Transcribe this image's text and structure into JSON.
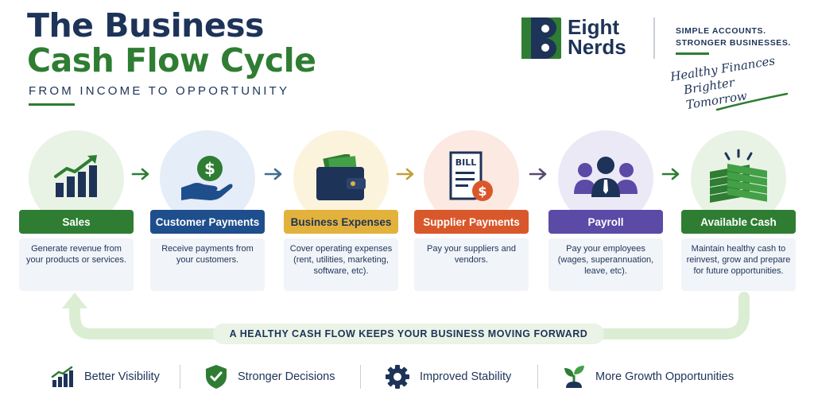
{
  "header": {
    "title_line1": "The Business",
    "title_line2": "Cash Flow Cycle",
    "subtitle": "FROM INCOME TO OPPORTUNITY"
  },
  "brand": {
    "name_line1": "Eight",
    "name_line2": "Nerds",
    "tagline_line1": "SIMPLE ACCOUNTS.",
    "tagline_line2": "STRONGER BUSINESSES.",
    "script_line1": "Healthy Finances",
    "script_line2": "Brighter Tomorrow"
  },
  "colors": {
    "navy": "#1d3358",
    "green": "#2e7d32",
    "blue": "#1e4e8c",
    "yellow": "#e3b23c",
    "orange": "#d9582b",
    "purple": "#5b4aa6"
  },
  "steps": [
    {
      "label": "Sales",
      "desc": "Generate revenue from your products or services.",
      "icon": "growth-chart-icon",
      "color": "#2e7d32",
      "bg": "#e9f3e5"
    },
    {
      "label": "Customer Payments",
      "desc": "Receive payments from your customers.",
      "icon": "hand-coin-icon",
      "color": "#1e4e8c",
      "bg": "#e5edf8"
    },
    {
      "label": "Business Expenses",
      "desc": "Cover operating expenses (rent, utilities, marketing, software, etc).",
      "icon": "wallet-icon",
      "color": "#e3b23c",
      "bg": "#fbf3dc"
    },
    {
      "label": "Supplier Payments",
      "desc": "Pay your suppliers and vendors.",
      "icon": "bill-icon",
      "color": "#d9582b",
      "bg": "#fbe9e2"
    },
    {
      "label": "Payroll",
      "desc": "Pay your employees (wages, superannuation, leave, etc).",
      "icon": "team-icon",
      "color": "#5b4aa6",
      "bg": "#ece9f7"
    },
    {
      "label": "Available Cash",
      "desc": "Maintain healthy cash to reinvest, grow and prepare for future opportunities.",
      "icon": "cash-stack-icon",
      "color": "#2e7d32",
      "bg": "#e9f3e5"
    }
  ],
  "loop_banner": "A HEALTHY CASH FLOW KEEPS YOUR BUSINESS MOVING FORWARD",
  "benefits": [
    {
      "label": "Better Visibility",
      "icon": "growth-chart-icon"
    },
    {
      "label": "Stronger Decisions",
      "icon": "shield-check-icon"
    },
    {
      "label": "Improved Stability",
      "icon": "gear-icon"
    },
    {
      "label": "More Growth Opportunities",
      "icon": "sprout-icon"
    }
  ]
}
